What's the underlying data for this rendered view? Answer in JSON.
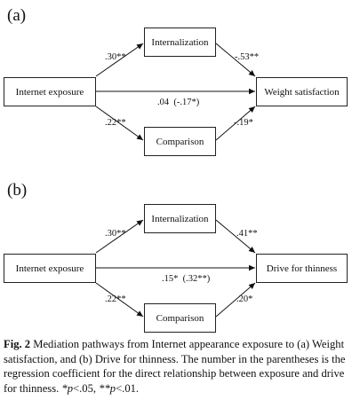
{
  "panels": [
    {
      "label": "(a)",
      "nodes": {
        "predictor": "Internet exposure",
        "mediator_top": "Internalization",
        "mediator_bottom": "Comparison",
        "outcome": "Weight satisfaction"
      },
      "paths": {
        "pred_to_top": ".30**",
        "top_to_out": "-.53**",
        "direct": ".04  (-.17*)",
        "pred_to_bottom": ".22**",
        "bottom_to_out": "-.19*"
      }
    },
    {
      "label": "(b)",
      "nodes": {
        "predictor": "Internet exposure",
        "mediator_top": "Internalization",
        "mediator_bottom": "Comparison",
        "outcome": "Drive for thinness"
      },
      "paths": {
        "pred_to_top": ".30**",
        "top_to_out": ".41**",
        "direct": ".15*  (.32**)",
        "pred_to_bottom": ".22**",
        "bottom_to_out": ".20*"
      }
    }
  ],
  "caption": {
    "fig_label": "Fig. 2",
    "text_main": "Mediation pathways from Internet appearance exposure to (a) Weight satisfaction, and (b) Drive for thinness. The number in the parentheses is the regression coefficient for the direct relationship between exposure and drive for thinness. ",
    "p1": "*p",
    "p1_rest": "<.05, ",
    "p2": "**p",
    "p2_rest": "<.01."
  }
}
